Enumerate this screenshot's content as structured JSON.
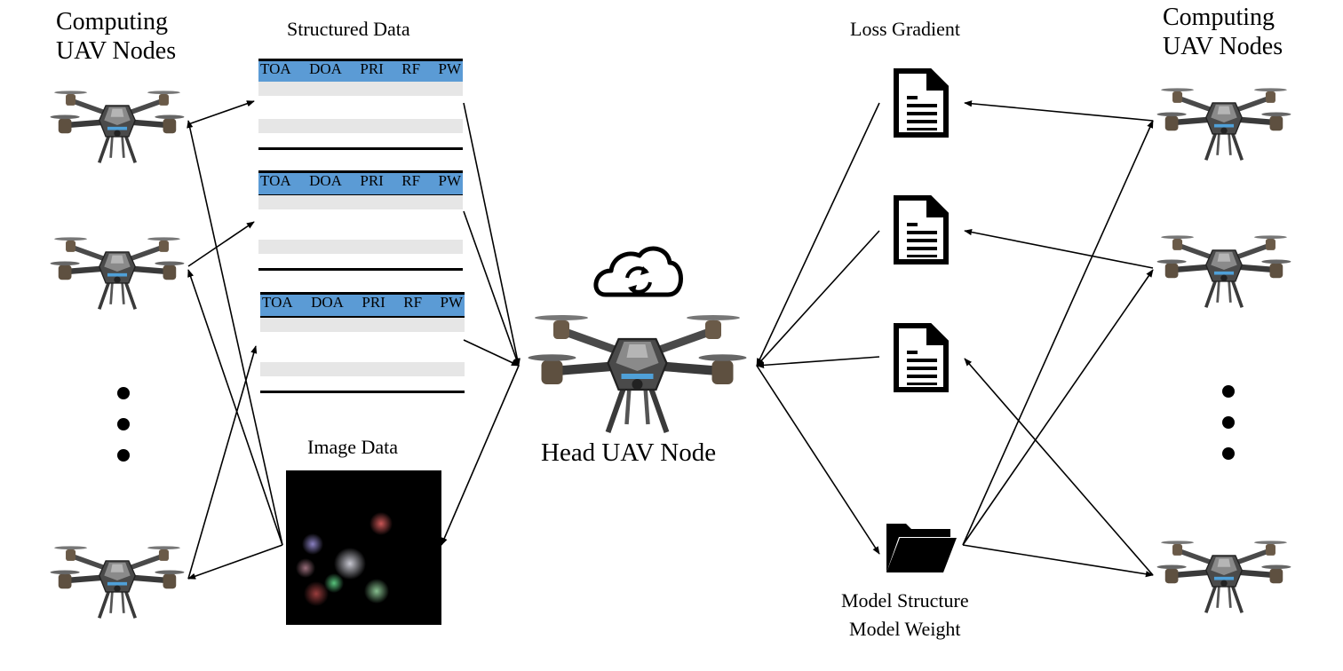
{
  "left_nodes_label": [
    "Computing",
    "UAV Nodes"
  ],
  "right_nodes_label": [
    "Computing",
    "UAV Nodes"
  ],
  "structured_data_label": "Structured Data",
  "table_columns": [
    "TOA",
    "DOA",
    "PRI",
    "RF",
    "PW"
  ],
  "image_data_label": "Image Data",
  "head_node_label": "Head UAV Node",
  "loss_gradient_label": "Loss Gradient",
  "model_labels": [
    "Model Structure",
    "Model Weight"
  ],
  "colors": {
    "table_header": "#5b9bd5",
    "table_row": "#e6e6e6",
    "drone_body": "#4a4a4a"
  }
}
